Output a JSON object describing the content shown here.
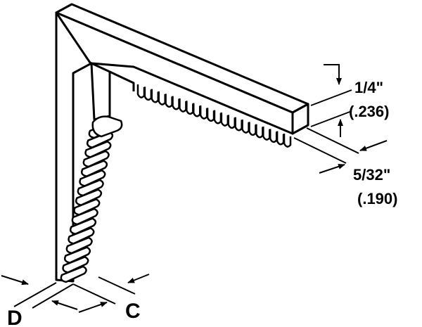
{
  "dimensions": {
    "height_fraction": "1/4\"",
    "height_decimal": "(.236)",
    "width_fraction": "5/32\"",
    "width_decimal": "(.190)",
    "label_d": "D",
    "label_c": "C"
  },
  "colors": {
    "stroke": "#000000",
    "fill": "#ffffff"
  }
}
